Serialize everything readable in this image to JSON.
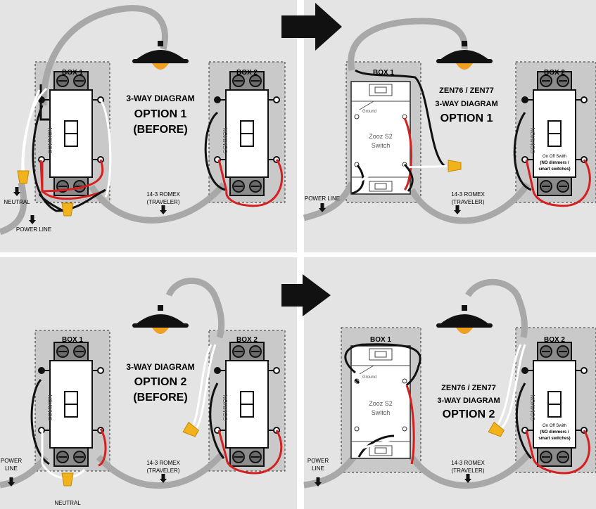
{
  "panels": [
    {
      "box1_label": "BOX 1",
      "box2_label": "BOX 2",
      "title_line1": "3-WAY DIAGRAM",
      "title_line2": "OPTION 1",
      "title_line3": "(BEFORE)",
      "common_left": "COMMON",
      "common_right": "COMMON",
      "neutral": "NEUTRAL",
      "power_line": "POWER  LINE",
      "romex_line1": "14-3 ROMEX",
      "romex_line2": "(TRAVELER)"
    },
    {
      "box1_label": "BOX 1",
      "box2_label": "BOX 2",
      "title_line1": "ZEN76 / ZEN77",
      "title_line2": "3-WAY DIAGRAM",
      "title_line3": "OPTION 1",
      "zooz_line1": "Zooz S2",
      "zooz_line2": "Switch",
      "ground": "Ground",
      "common_right": "COMMON",
      "onoff_line1": "On Off Swith",
      "onoff_line2": "(NO dimmers /",
      "onoff_line3": "smart switches)",
      "power_line": "POWER LINE",
      "romex_line1": "14-3 ROMEX",
      "romex_line2": "(TRAVELER)"
    },
    {
      "box1_label": "BOX 1",
      "box2_label": "BOX 2",
      "title_line1": "3-WAY DIAGRAM",
      "title_line2": "OPTION 2",
      "title_line3": "(BEFORE)",
      "common_left": "COMMON",
      "common_right": "COMMON",
      "neutral": "NEUTRAL",
      "power_line1": "POWER",
      "power_line2": "LINE",
      "romex_line1": "14-3 ROMEX",
      "romex_line2": "(TRAVELER)"
    },
    {
      "box1_label": "BOX 1",
      "box2_label": "BOX 2",
      "title_line1": "ZEN76 / ZEN77",
      "title_line2": "3-WAY DIAGRAM",
      "title_line3": "OPTION 2",
      "zooz_line1": "Zooz S2",
      "zooz_line2": "Switch",
      "ground": "Ground",
      "common_right": "COMMON",
      "onoff_line1": "On Off Swith",
      "onoff_line2": "(NO dimmers /",
      "onoff_line3": "smart switches)",
      "power_line1": "POWER",
      "power_line2": "LINE",
      "romex_line1": "14-3 ROMEX",
      "romex_line2": "(TRAVELER)"
    }
  ],
  "colors": {
    "panel_bg": "#e4e4e4",
    "box_fill": "#c9c9c9",
    "wire_gray": "#a8a8a8",
    "wire_red": "#d42020",
    "wire_black": "#111111",
    "wire_white": "#ffffff",
    "wire_nut": "#f2b21c",
    "lamp_glow": "#f0a020"
  }
}
